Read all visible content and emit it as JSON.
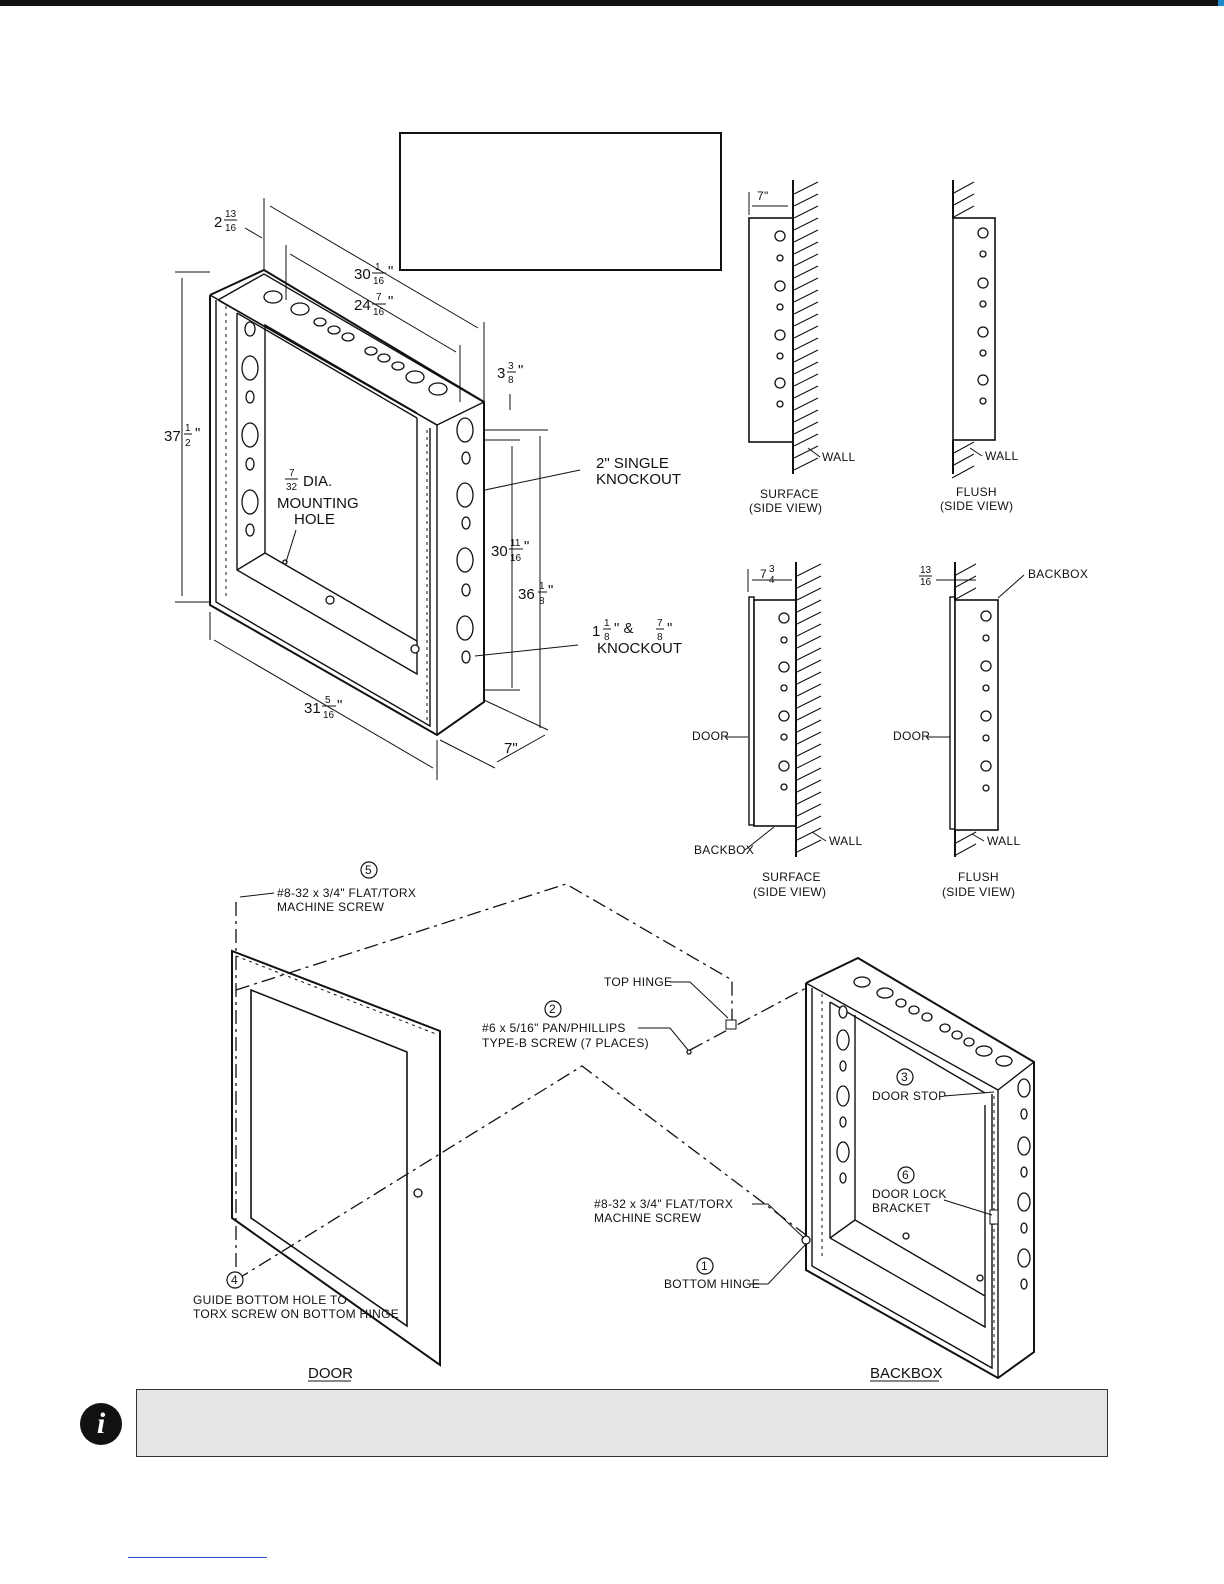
{
  "labels": {
    "dim_2_13_16": {
      "whole": "2",
      "num": "13",
      "den": "16"
    },
    "dim_30_1_16": {
      "whole": "30",
      "num": "1",
      "den": "16"
    },
    "dim_24_7_16": {
      "whole": "24",
      "num": "7",
      "den": "16"
    },
    "dim_3_3_8": {
      "whole": "3",
      "num": "3",
      "den": "8"
    },
    "dim_37_1_2": {
      "whole": "37",
      "num": "1",
      "den": "2"
    },
    "dim_30_11_16": {
      "whole": "30",
      "num": "11",
      "den": "16"
    },
    "dim_36_1_8": {
      "whole": "36",
      "num": "1",
      "den": "8"
    },
    "dim_31_5_16": {
      "whole": "31",
      "num": "5",
      "den": "16"
    },
    "dim_7": "7\"",
    "single_knockout": [
      "2\" SINGLE",
      "KNOCKOUT"
    ],
    "knockout_1_1_8": {
      "whole": "1",
      "num": "1",
      "den": "8",
      "mid": "\" &",
      "num2": "7",
      "den2": "8",
      "line2": "KNOCKOUT"
    },
    "mounting_hole": {
      "num": "7",
      "den": "32",
      "text1": "DIA.",
      "text2": "MOUNTING",
      "text3": "HOLE"
    },
    "side_top_left_dim": "7\"",
    "wall": "WALL",
    "surface": "SURFACE",
    "flush": "FLUSH",
    "side_view": "(SIDE VIEW)",
    "dim_7_3_4": {
      "whole": "7",
      "num": "3",
      "den": "4"
    },
    "dim_13_16": {
      "num": "13",
      "den": "16"
    },
    "backbox_caps": "BACKBOX",
    "door_caps": "DOOR",
    "callout_5": "5",
    "machine_screw_top": [
      "#8-32 x 3/4\" FLAT/TORX",
      "MACHINE SCREW"
    ],
    "top_hinge": "TOP HINGE",
    "callout_2": "2",
    "pan_screw": [
      "#6 x 5/16\" PAN/PHILLIPS",
      "TYPE-B SCREW (7 PLACES)"
    ],
    "callout_3": "3",
    "door_stop": "DOOR STOP",
    "callout_6": "6",
    "door_lock_bracket": [
      "DOOR LOCK",
      "BRACKET"
    ],
    "machine_screw_bottom": [
      "#8-32 x 3/4\" FLAT/TORX",
      "MACHINE SCREW"
    ],
    "callout_1": "1",
    "bottom_hinge": "BOTTOM HINGE",
    "callout_4": "4",
    "guide_hole": [
      "GUIDE BOTTOM HOLE TO",
      "TORX SCREW ON BOTTOM HINGE"
    ],
    "door_title": "DOOR",
    "backbox_title": "BACKBOX"
  },
  "icons": {
    "note": "info-icon",
    "note_glyph": "i"
  }
}
